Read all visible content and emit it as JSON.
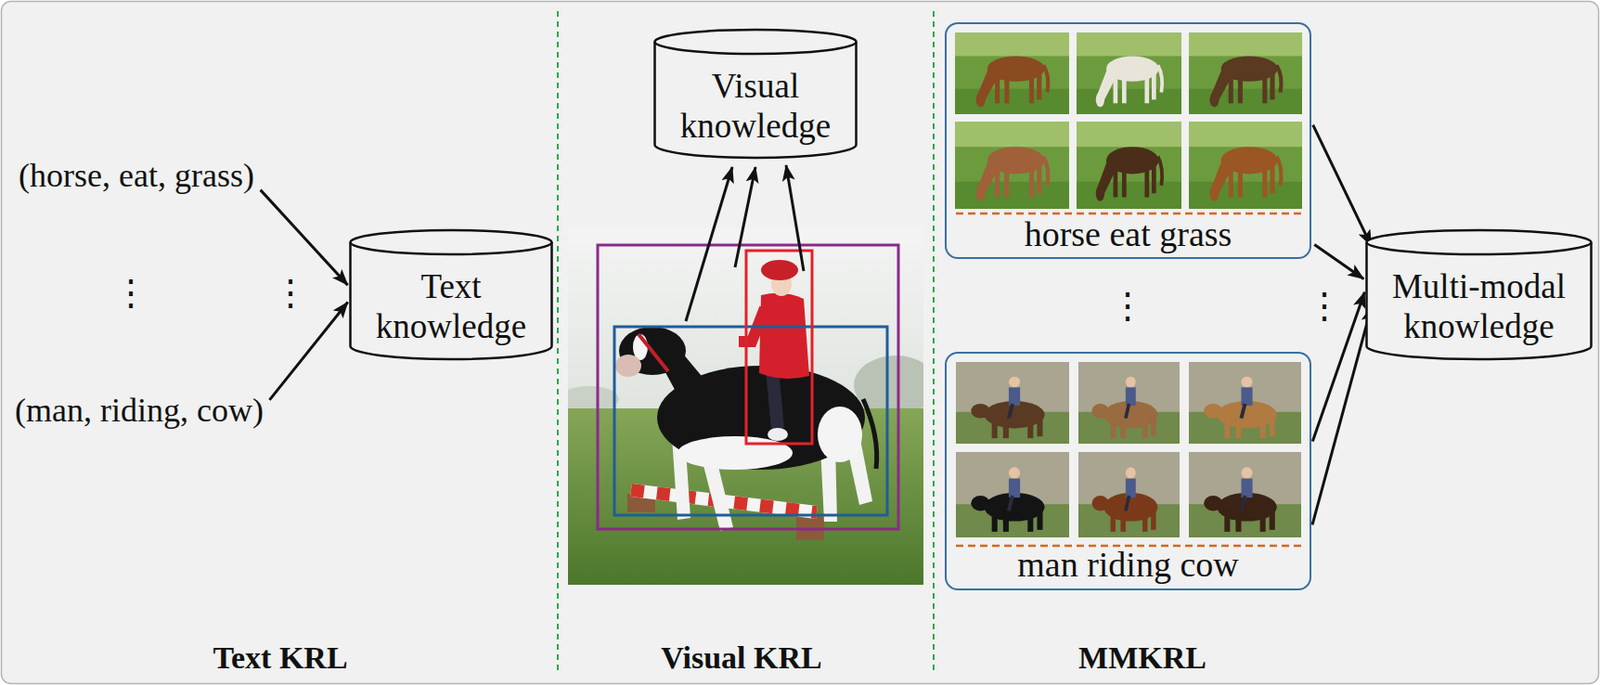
{
  "diagram": {
    "nodes": [
      {
        "text": [
          "(horse, eat, grass)"
        ]
      },
      {
        "text": [
          "(man, riding, cow)"
        ]
      },
      {
        "text": [
          "Text knowledge"
        ]
      },
      {
        "text": [
          "Visual knowledge"
        ]
      },
      {
        "text": [
          "horse eat grass"
        ]
      },
      {
        "text": [
          "man riding cow"
        ]
      },
      {
        "text": [
          "Multi-modal knowledge"
        ]
      }
    ],
    "edges": [
      {
        "from": 0,
        "to": 2,
        "arrow": "to"
      },
      {
        "from": 1,
        "to": 2,
        "arrow": "to"
      },
      {
        "from": 4,
        "to": 6,
        "arrow": "to"
      },
      {
        "from": 4,
        "to": 6,
        "arrow": "to"
      },
      {
        "from": 5,
        "to": 6,
        "arrow": "to"
      },
      {
        "from": 5,
        "to": 6,
        "arrow": "to"
      }
    ],
    "labels": [
      "⋮",
      "⋮",
      "⋮",
      "⋮",
      "Text KRL",
      "Visual KRL",
      "MMKRL"
    ]
  }
}
